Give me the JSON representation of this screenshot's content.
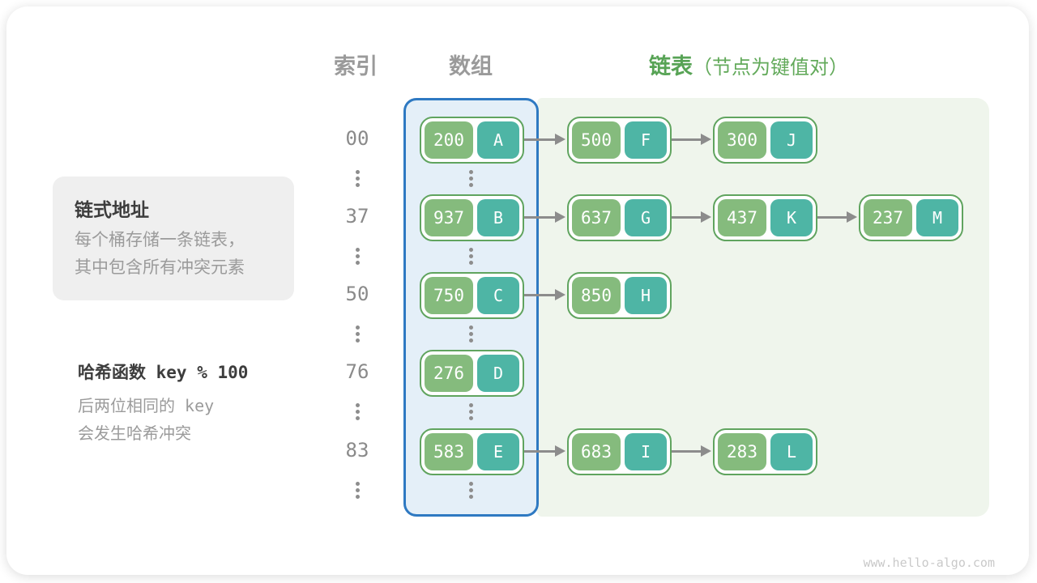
{
  "headers": {
    "index": "索引",
    "array": "数组",
    "list": "链表",
    "list_note": "（节点为键值对）"
  },
  "notes": {
    "box_title": "链式地址",
    "box_line1": "每个桶存储一条链表，",
    "box_line2": "其中包含所有冲突元素",
    "hash_title": "哈希函数 key % 100",
    "hash_line1": "后两位相同的 key",
    "hash_line2": "会发生哈希冲突"
  },
  "hash_table": {
    "rows": [
      {
        "index": "00",
        "nodes": [
          {
            "key": "200",
            "value": "A"
          },
          {
            "key": "500",
            "value": "F"
          },
          {
            "key": "300",
            "value": "J"
          }
        ]
      },
      {
        "index": "37",
        "nodes": [
          {
            "key": "937",
            "value": "B"
          },
          {
            "key": "637",
            "value": "G"
          },
          {
            "key": "437",
            "value": "K"
          },
          {
            "key": "237",
            "value": "M"
          }
        ]
      },
      {
        "index": "50",
        "nodes": [
          {
            "key": "750",
            "value": "C"
          },
          {
            "key": "850",
            "value": "H"
          }
        ]
      },
      {
        "index": "76",
        "nodes": [
          {
            "key": "276",
            "value": "D"
          }
        ]
      },
      {
        "index": "83",
        "nodes": [
          {
            "key": "583",
            "value": "E"
          },
          {
            "key": "683",
            "value": "I"
          },
          {
            "key": "283",
            "value": "L"
          }
        ]
      }
    ]
  },
  "watermark": "www.hello-algo.com",
  "colors": {
    "key_cell_green": "#85bb7d",
    "value_cell_teal": "#4eb5a5",
    "node_border_green": "#60a45f",
    "array_border_blue": "#2e79c2",
    "array_fill_blue": "#e4eff8",
    "list_fill_green": "#eff5ec",
    "accent_green": "#57a355",
    "arrow_gray": "#8c8c8c"
  }
}
